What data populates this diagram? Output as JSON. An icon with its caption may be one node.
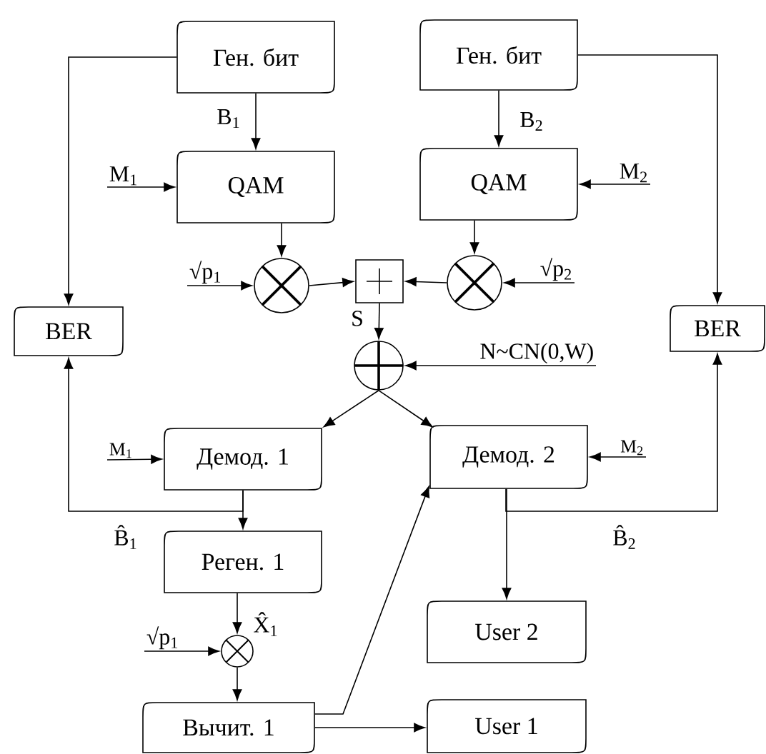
{
  "diagram": {
    "nodes": [
      {
        "text": [
          "Ген. бит"
        ]
      },
      {
        "text": [
          "Ген. бит"
        ]
      },
      {
        "text": [
          "QAM"
        ]
      },
      {
        "text": [
          "QAM"
        ]
      },
      {
        "text": [],
        "shape": "circle"
      },
      {
        "text": [],
        "shape": "box"
      },
      {
        "text": [],
        "shape": "circle"
      },
      {
        "text": [
          "BER"
        ]
      },
      {
        "text": [
          "BER"
        ]
      },
      {
        "text": [],
        "shape": "circle"
      },
      {
        "text": [
          "Демод. 1"
        ]
      },
      {
        "text": [
          "Демод. 2"
        ]
      },
      {
        "text": [
          "Реген. 1"
        ]
      },
      {
        "text": [],
        "shape": "circle"
      },
      {
        "text": [
          "User 2"
        ]
      },
      {
        "text": [
          "Вычит. 1"
        ]
      },
      {
        "text": [
          "User 1"
        ]
      },
      {
        "text": [
          "M$_{1}$"
        ]
      },
      {
        "text": [
          "M$_{2}$"
        ]
      },
      {
        "text": [
          "√p$_{1}$"
        ]
      },
      {
        "text": [
          "√p$_{2}$"
        ]
      },
      {
        "text": [
          "N~CN(0,W)"
        ]
      },
      {
        "text": [
          "M$_{1}$"
        ]
      },
      {
        "text": [
          "M$_{2}$"
        ]
      },
      {
        "text": [
          "√p$_{1}$"
        ]
      }
    ],
    "edges": [
      {
        "from": 0,
        "to": 2,
        "arrow": "to",
        "label": "B$_{1}$"
      },
      {
        "from": 1,
        "to": 3,
        "arrow": "to",
        "label": "B$_{2}$"
      },
      {
        "from": 0,
        "to": 7,
        "arrow": "to"
      },
      {
        "from": 1,
        "to": 8,
        "arrow": "to"
      },
      {
        "from": 17,
        "to": 2,
        "arrow": "to"
      },
      {
        "from": 18,
        "to": 3,
        "arrow": "to"
      },
      {
        "from": 2,
        "to": 4,
        "arrow": "to"
      },
      {
        "from": 3,
        "to": 6,
        "arrow": "to"
      },
      {
        "from": 19,
        "to": 4,
        "arrow": "to"
      },
      {
        "from": 20,
        "to": 6,
        "arrow": "to"
      },
      {
        "from": 4,
        "to": 5,
        "arrow": "to"
      },
      {
        "from": 6,
        "to": 5,
        "arrow": "to"
      },
      {
        "from": 5,
        "to": 9,
        "arrow": "to",
        "label": "S"
      },
      {
        "from": 21,
        "to": 9,
        "arrow": "to"
      },
      {
        "from": 9,
        "to": 10,
        "arrow": "to"
      },
      {
        "from": 9,
        "to": 11,
        "arrow": "to"
      },
      {
        "from": 22,
        "to": 10,
        "arrow": "to"
      },
      {
        "from": 23,
        "to": 11,
        "arrow": "to"
      },
      {
        "from": 10,
        "to": 12,
        "arrow": "to"
      },
      {
        "from": 10,
        "to": 7,
        "arrow": "to",
        "label": "B̂$_{1}$"
      },
      {
        "from": 11,
        "to": 14,
        "arrow": "to"
      },
      {
        "from": 11,
        "to": 8,
        "arrow": "to",
        "label": "B̂$_{2}$"
      },
      {
        "from": 12,
        "to": 13,
        "arrow": "to",
        "label": "X̂$_{1}$"
      },
      {
        "from": 24,
        "to": 13,
        "arrow": "to"
      },
      {
        "from": 13,
        "to": 15,
        "arrow": "to"
      },
      {
        "from": 15,
        "to": 11,
        "arrow": "to"
      },
      {
        "from": 15,
        "to": 16,
        "arrow": "to"
      }
    ]
  }
}
